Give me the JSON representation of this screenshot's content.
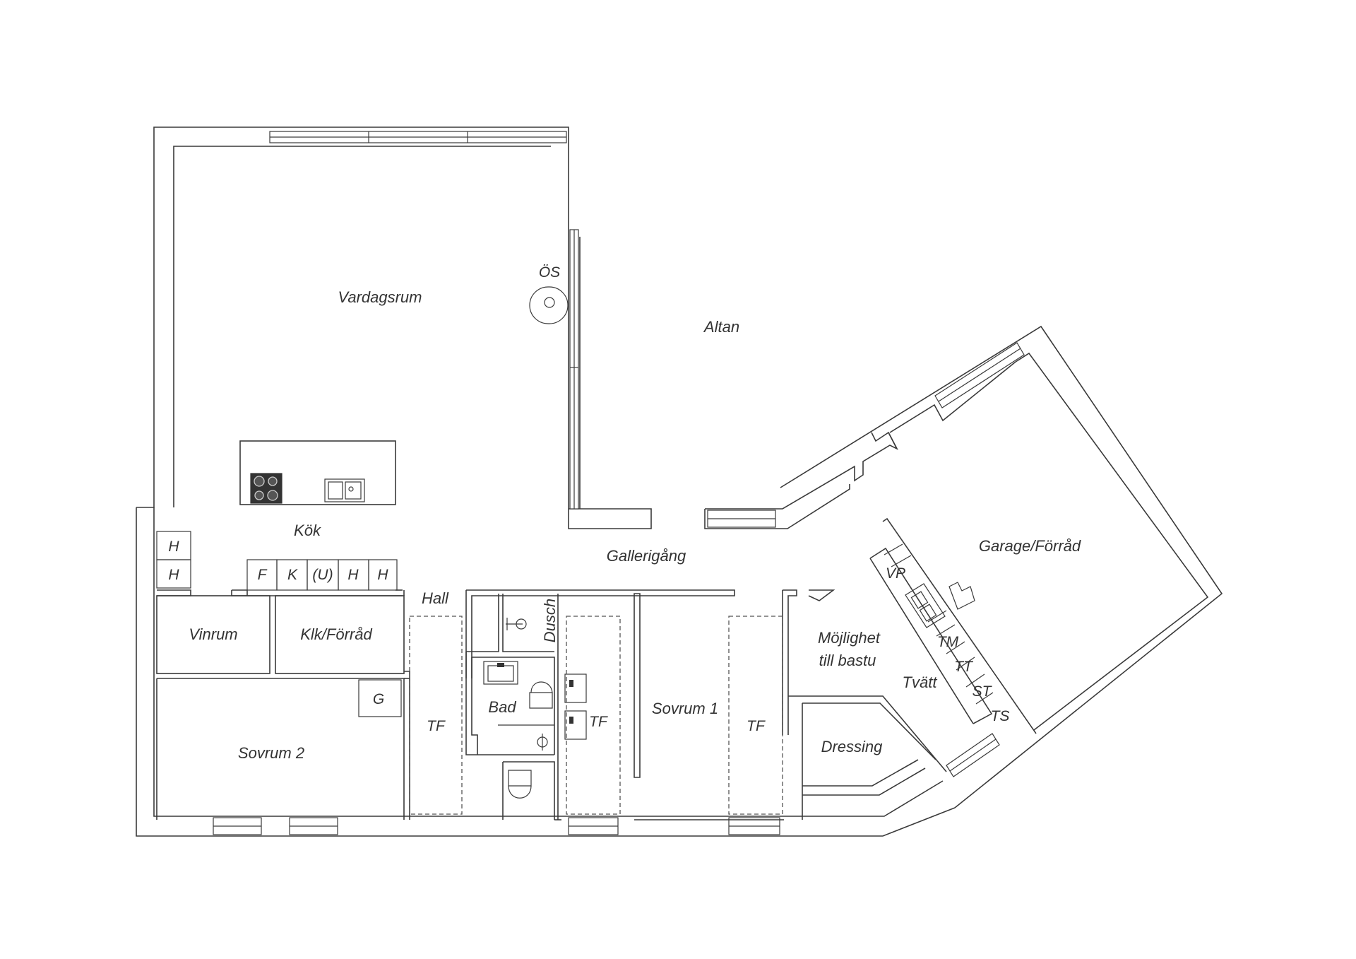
{
  "rooms": {
    "vardagsrum": "Vardagsrum",
    "altan": "Altan",
    "kok": "Kök",
    "gallerigang": "Gallerigång",
    "garage": "Garage/Förråd",
    "hall": "Hall",
    "dusch": "Dusch",
    "vinrum": "Vinrum",
    "klk": "Klk/Förråd",
    "bad": "Bad",
    "sovrum1": "Sovrum 1",
    "sovrum2": "Sovrum 2",
    "mojlighet_1": "Möjlighet",
    "mojlighet_2": "till bastu",
    "tvatt": "Tvätt",
    "dressing": "Dressing"
  },
  "fixtures": {
    "os": "ÖS",
    "h_top": "H",
    "h_bottom": "H",
    "f": "F",
    "k": "K",
    "u": "(U)",
    "h1": "H",
    "h2": "H",
    "g": "G",
    "tf_hall": "TF",
    "tf_bad": "TF",
    "tf_sovrum1": "TF",
    "vp": "VP",
    "tm": "TM",
    "tt": "TT",
    "st": "ST",
    "ts": "TS"
  }
}
